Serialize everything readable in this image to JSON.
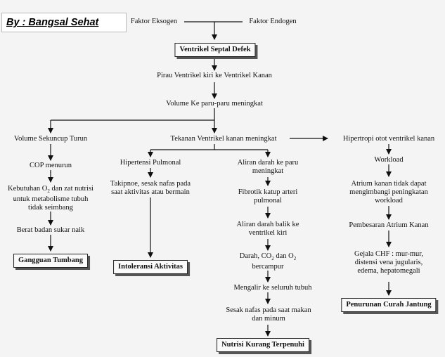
{
  "watermark": "By : Bangsal Sehat",
  "top": {
    "faktor_eksogen": "Faktor Eksogen",
    "faktor_endogen": "Faktor Endogen"
  },
  "main": {
    "vsd": "Ventrikel Septal Defek",
    "pirau": "Pirau Ventrikel kiri ke Ventrikel Kanan",
    "volume_paru": "Volume Ke paru-paru meningkat"
  },
  "left_branch": {
    "volume_sekuncup": "Volume Sekuncup Turun",
    "cop": "COP menurun",
    "kebutuhan_line1_pre": "Kebutuhan O",
    "kebutuhan_sub": "2",
    "kebutuhan_line1_post": " dan zat nutrisi",
    "kebutuhan_line2": "untuk metabolisme tubuh",
    "kebutuhan_line3": "tidak seimbang",
    "berat_badan": "Berat badan sukar naik",
    "gangguan_box": "Gangguan Tumbang"
  },
  "center_branch": {
    "tekanan": "Tekanan Ventrikel kanan meningkat",
    "hipertensi": "Hipertensi Pulmonal",
    "takipnoe_line1": "Takipnoe, sesak nafas pada",
    "takipnoe_line2": "saat aktivitas atau bermain",
    "intoleransi_box": "Intoleransi Aktivitas",
    "aliran_line1": "Aliran darah ke paru",
    "aliran_line2": "meningkat",
    "fibrotik_line1": "Fibrotik katup arteri",
    "fibrotik_line2": "pulmonal",
    "balik_line1": "Aliran darah balik ke",
    "balik_line2": "ventrikel kiri",
    "darah_pre": "Darah, CO",
    "darah_sub1": "2",
    "darah_mid": " dan O",
    "darah_sub2": "2",
    "darah_line2": "bercampur",
    "mengalir": "Mengalir ke seluruh tubuh",
    "sesak_line1": "Sesak nafas pada saat makan",
    "sesak_line2": "dan minum",
    "nutrisi_box": "Nutrisi Kurang Terpenuhi"
  },
  "right_branch": {
    "hipertropi": "Hipertropi otot ventrikel kanan",
    "workload": "Workload",
    "atrium_line1": "Atrium kanan tidak dapat",
    "atrium_line2": "mengimbangi peningkatan",
    "atrium_line3": "workload",
    "pembesaran": "Pembesaran Atrium Kanan",
    "gejala_line1": "Gejala CHF : mur-mur,",
    "gejala_line2": "distensi vena jugularis,",
    "gejala_line3": "edema, hepatomegali",
    "penurunan_box": "Penurunan Curah Jantung"
  }
}
